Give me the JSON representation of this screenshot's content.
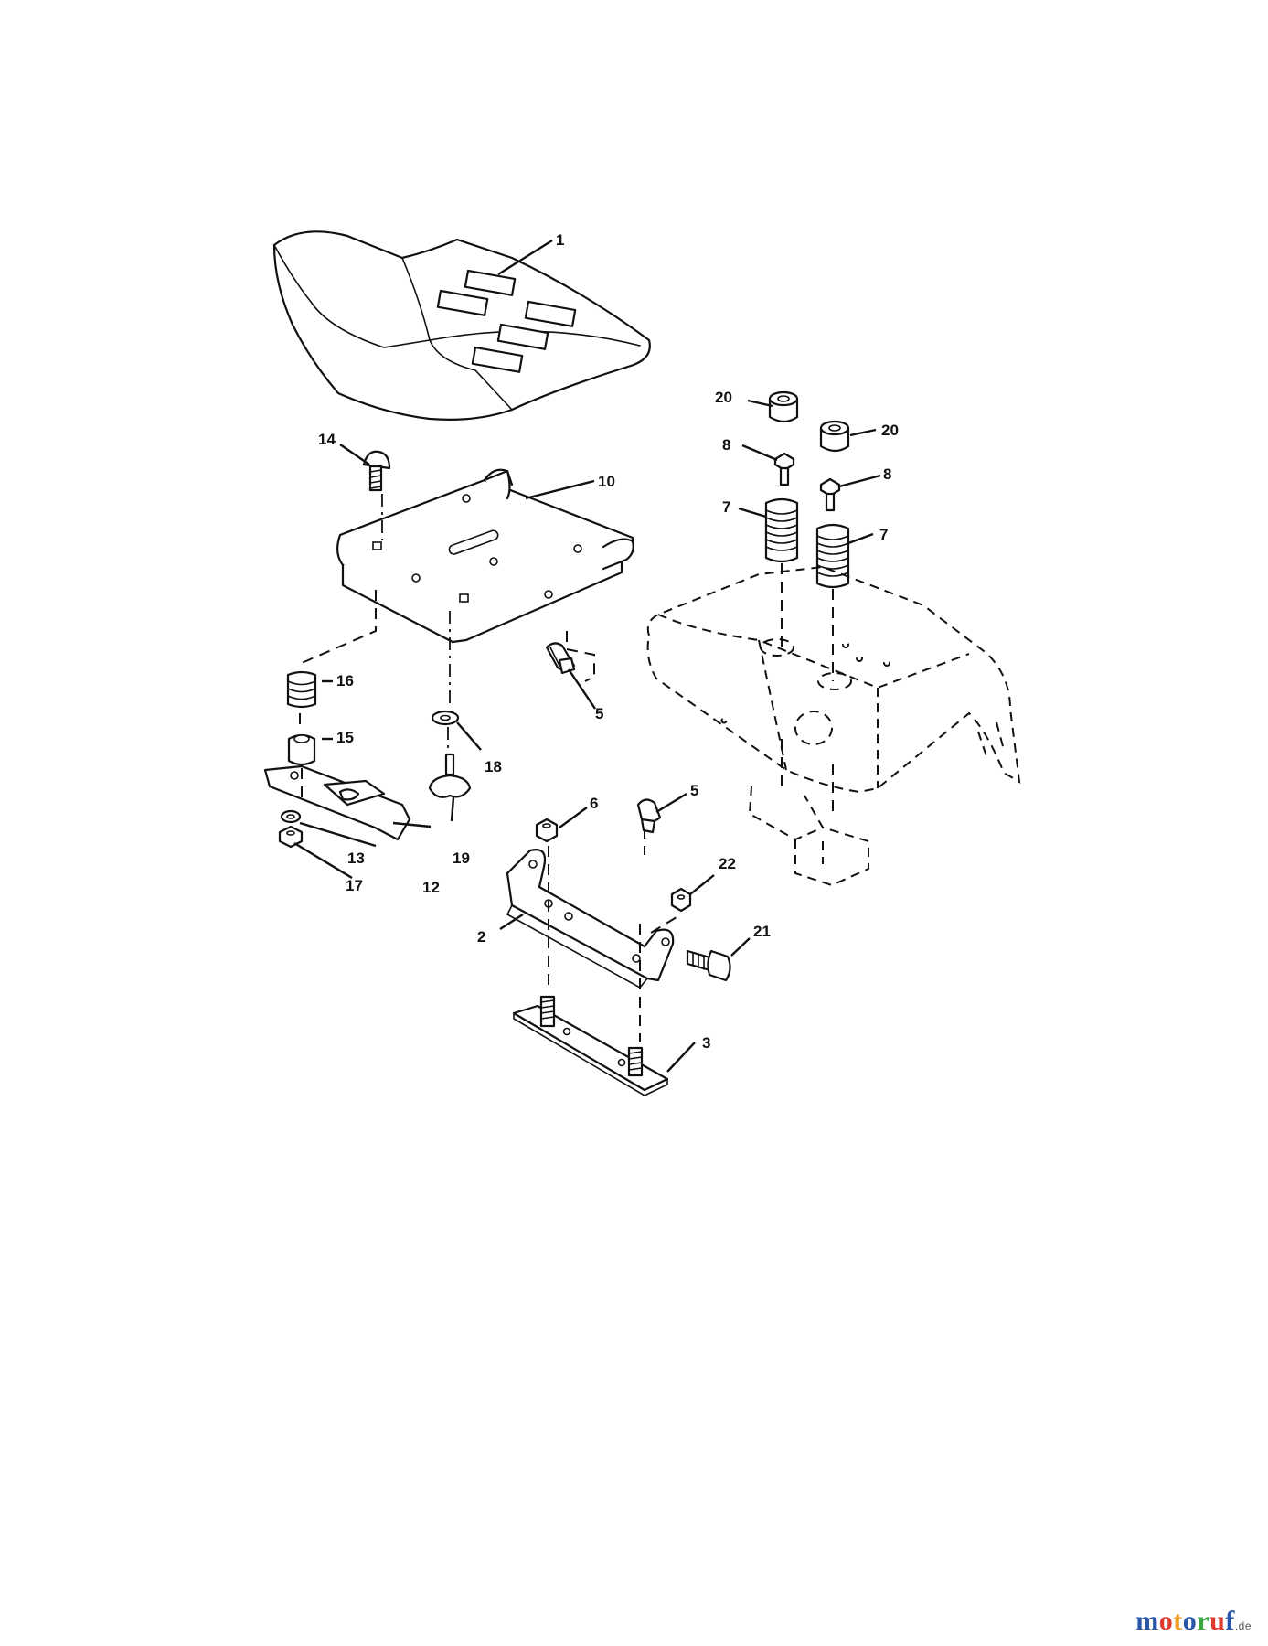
{
  "callouts": {
    "c1": "1",
    "c2": "2",
    "c3": "3",
    "c5a": "5",
    "c5b": "5",
    "c6": "6",
    "c7a": "7",
    "c7b": "7",
    "c8a": "8",
    "c8b": "8",
    "c10": "10",
    "c12": "12",
    "c13": "13",
    "c14": "14",
    "c15": "15",
    "c16": "16",
    "c17": "17",
    "c18": "18",
    "c19": "19",
    "c20a": "20",
    "c20b": "20",
    "c21": "21",
    "c22": "22"
  },
  "watermark": {
    "segments": [
      {
        "text": "m",
        "color": "#2a56a8"
      },
      {
        "text": "o",
        "color": "#e03a2e"
      },
      {
        "text": "t",
        "color": "#f0a020"
      },
      {
        "text": "o",
        "color": "#2a56a8"
      },
      {
        "text": "r",
        "color": "#3aa640"
      },
      {
        "text": "u",
        "color": "#e03a2e"
      },
      {
        "text": "f",
        "color": "#2a56a8"
      }
    ],
    "suffix": ".de"
  }
}
